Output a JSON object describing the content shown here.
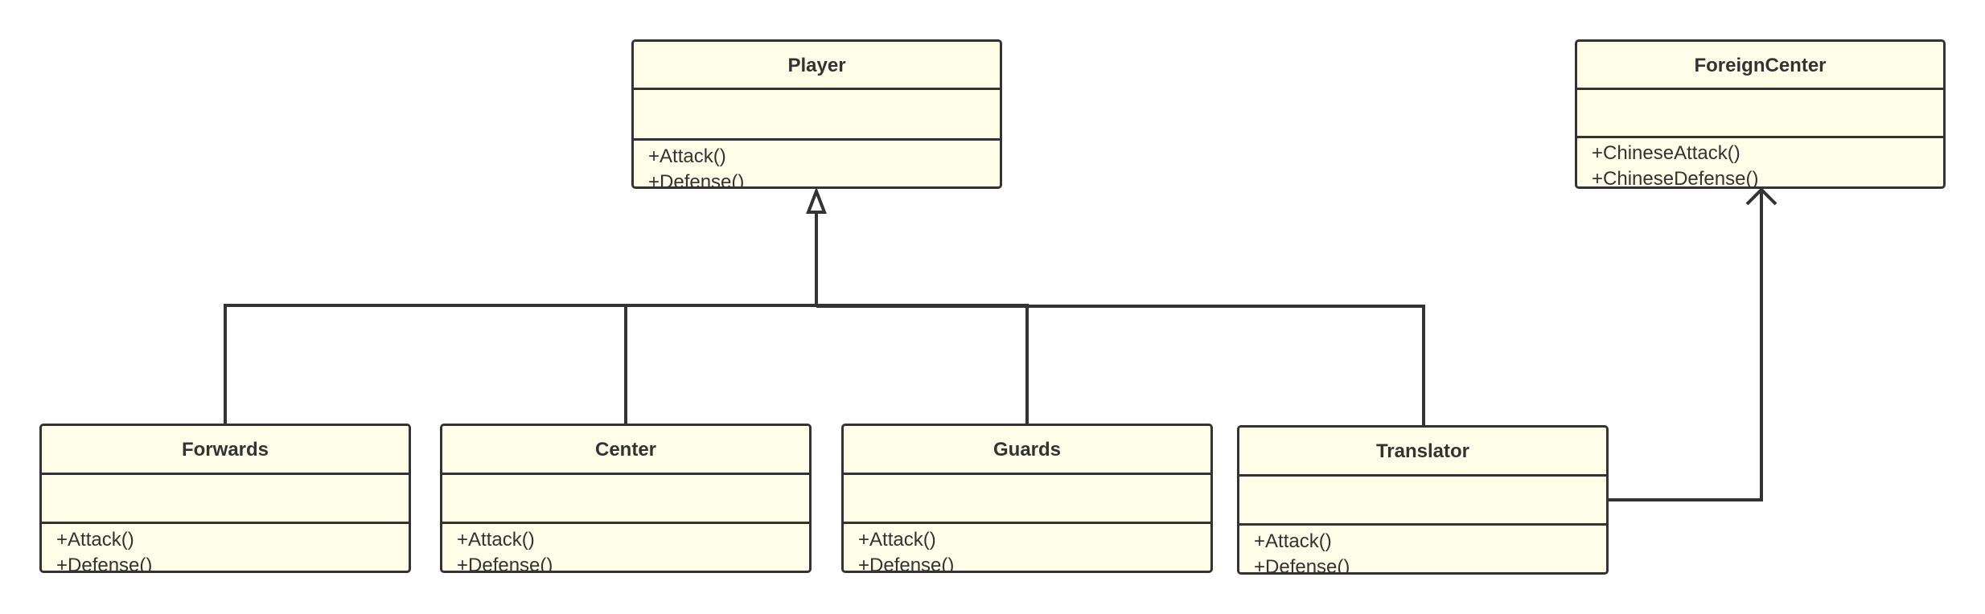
{
  "diagram": {
    "type": "uml-class-diagram",
    "colors": {
      "class_fill": "#fefee8",
      "stroke": "#333333",
      "text": "#333333"
    },
    "classes": [
      {
        "id": "player",
        "name": "Player",
        "attributes": [],
        "operations": [
          "+Attack()",
          "+Defense()"
        ]
      },
      {
        "id": "foreign-center",
        "name": "ForeignCenter",
        "attributes": [],
        "operations": [
          "+ChineseAttack()",
          "+ChineseDefense()"
        ]
      },
      {
        "id": "forwards",
        "name": "Forwards",
        "attributes": [],
        "operations": [
          "+Attack()",
          "+Defense()"
        ]
      },
      {
        "id": "center",
        "name": "Center",
        "attributes": [],
        "operations": [
          "+Attack()",
          "+Defense()"
        ]
      },
      {
        "id": "guards",
        "name": "Guards",
        "attributes": [],
        "operations": [
          "+Attack()",
          "+Defense()"
        ]
      },
      {
        "id": "translator",
        "name": "Translator",
        "attributes": [],
        "operations": [
          "+Attack()",
          "+Defense()"
        ]
      }
    ],
    "relations": [
      {
        "type": "generalization",
        "from": "forwards",
        "to": "player"
      },
      {
        "type": "generalization",
        "from": "center",
        "to": "player"
      },
      {
        "type": "generalization",
        "from": "guards",
        "to": "player"
      },
      {
        "type": "generalization",
        "from": "translator",
        "to": "player"
      },
      {
        "type": "association",
        "from": "translator",
        "to": "foreign-center"
      }
    ]
  }
}
